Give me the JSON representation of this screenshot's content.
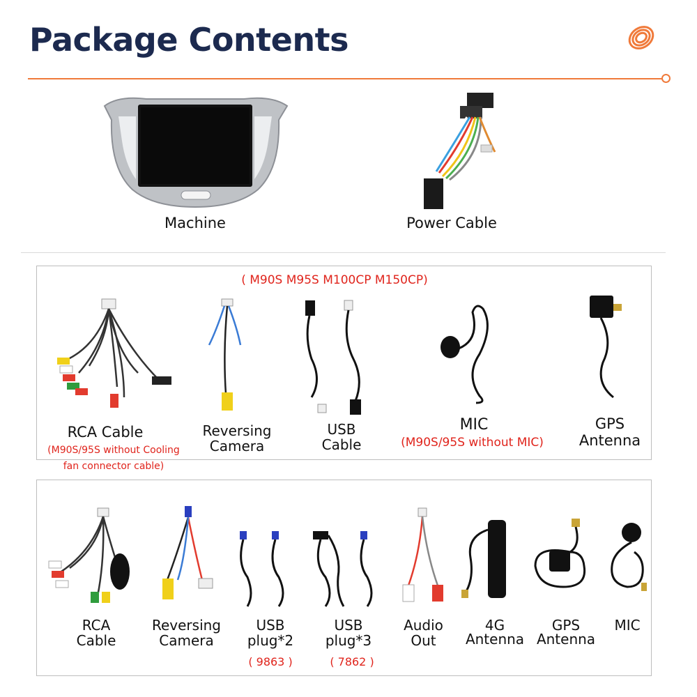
{
  "header": {
    "title": "Package Contents"
  },
  "top_items": [
    {
      "label": "Machine"
    },
    {
      "label": "Power Cable"
    }
  ],
  "box1": {
    "models": "( M90S M95S M100CP M150CP)",
    "items": [
      {
        "label_line1": "RCA Cable",
        "note_line1": "(M90S/95S without Cooling",
        "note_line2": "fan connector cable)"
      },
      {
        "label_line1": "Reversing",
        "label_line2": "Camera"
      },
      {
        "label_line1": "USB",
        "label_line2": "Cable"
      },
      {
        "label_line1": "MIC",
        "note_line1": "(M90S/95S without MIC)"
      },
      {
        "label_line1": "GPS",
        "label_line2": "Antenna"
      }
    ]
  },
  "box2": {
    "items": [
      {
        "label_line1": "RCA",
        "label_line2": "Cable"
      },
      {
        "label_line1": "Reversing",
        "label_line2": "Camera"
      },
      {
        "label_line1": "USB",
        "label_line2": "plug*2",
        "note": "( 9863 )"
      },
      {
        "label_line1": "USB",
        "label_line2": "plug*3",
        "note": "( 7862 )"
      },
      {
        "label_line1": "Audio",
        "label_line2": "Out"
      },
      {
        "label_line1": "4G",
        "label_line2": "Antenna"
      },
      {
        "label_line1": "GPS",
        "label_line2": "Antenna"
      },
      {
        "label_line1": "MIC"
      }
    ]
  },
  "colors": {
    "title": "#1c2a4f",
    "accent": "#f07a3a",
    "note_red": "#e0241c"
  }
}
